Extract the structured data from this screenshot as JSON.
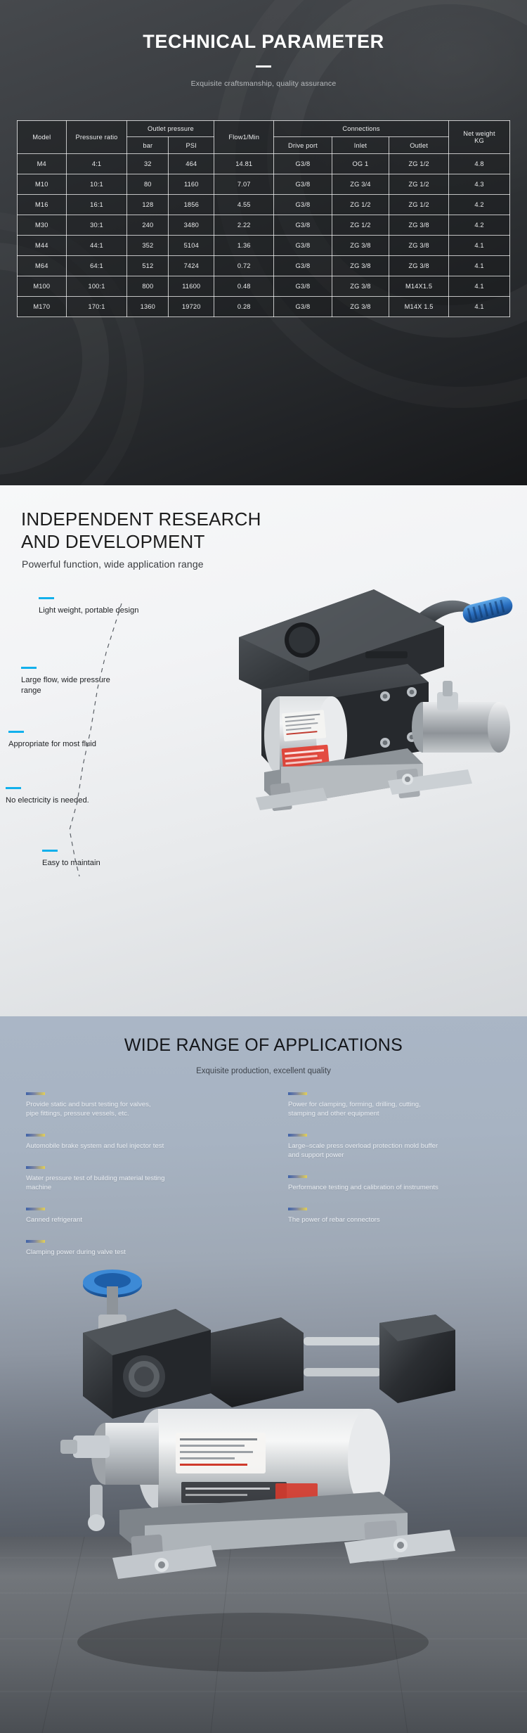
{
  "technical": {
    "title": "TECHNICAL PARAMETER",
    "subtitle": "Exquisite craftsmanship, quality assurance",
    "table": {
      "headers": {
        "model": "Model",
        "pressure_ratio": "Pressure ratio",
        "outlet_pressure": "Outlet pressure",
        "bar": "bar",
        "psi": "PSI",
        "flow": "Flow1/Min",
        "connections": "Connections",
        "drive_port": "Drive port",
        "inlet": "Inlet",
        "outlet": "Outlet",
        "net_weight": "Net weight\nKG"
      },
      "rows": [
        {
          "model": "M4",
          "ratio": "4:1",
          "bar": "32",
          "psi": "464",
          "flow": "14.81",
          "drive": "G3/8",
          "inlet": "OG 1",
          "outlet": "ZG 1/2",
          "net": "4.8"
        },
        {
          "model": "M10",
          "ratio": "10:1",
          "bar": "80",
          "psi": "1160",
          "flow": "7.07",
          "drive": "G3/8",
          "inlet": "ZG 3/4",
          "outlet": "ZG 1/2",
          "net": "4.3"
        },
        {
          "model": "M16",
          "ratio": "16:1",
          "bar": "128",
          "psi": "1856",
          "flow": "4.55",
          "drive": "G3/8",
          "inlet": "ZG 1/2",
          "outlet": "ZG 1/2",
          "net": "4.2"
        },
        {
          "model": "M30",
          "ratio": "30:1",
          "bar": "240",
          "psi": "3480",
          "flow": "2.22",
          "drive": "G3/8",
          "inlet": "ZG 1/2",
          "outlet": "ZG 3/8",
          "net": "4.2"
        },
        {
          "model": "M44",
          "ratio": "44:1",
          "bar": "352",
          "psi": "5104",
          "flow": "1.36",
          "drive": "G3/8",
          "inlet": "ZG 3/8",
          "outlet": "ZG 3/8",
          "net": "4.1"
        },
        {
          "model": "M64",
          "ratio": "64:1",
          "bar": "512",
          "psi": "7424",
          "flow": "0.72",
          "drive": "G3/8",
          "inlet": "ZG 3/8",
          "outlet": "ZG 3/8",
          "net": "4.1"
        },
        {
          "model": "M100",
          "ratio": "100:1",
          "bar": "800",
          "psi": "11600",
          "flow": "0.48",
          "drive": "G3/8",
          "inlet": "ZG 3/8",
          "outlet": "M14X1.5",
          "net": "4.1"
        },
        {
          "model": "M170",
          "ratio": "170:1",
          "bar": "1360",
          "psi": "19720",
          "flow": "0.28",
          "drive": "G3/8",
          "inlet": "ZG 3/8",
          "outlet": "M14X 1.5",
          "net": "4.1"
        }
      ]
    }
  },
  "research": {
    "title": "INDEPENDENT RESEARCH\nAND DEVELOPMENT",
    "subtitle": "Powerful function, wide application range",
    "features": [
      "Light weight, portable design",
      "Large flow, wide pressure\nrange",
      "Appropriate for most fluid",
      "No electricity is needed.",
      "Easy to maintain"
    ]
  },
  "applications": {
    "title": "WIDE RANGE OF APPLICATIONS",
    "subtitle": "Exquisite production, excellent quality",
    "left_items": [
      "Provide static and burst testing for valves,\npipe fittings, pressure vessels, etc.",
      "Automobile brake system and fuel injector test",
      "Water pressure test of building material testing\nmachine",
      "Canned refrigerant",
      "Clamping power during valve test"
    ],
    "right_items": [
      "Power for clamping, forming, drilling, cutting,\nstamping and other equipment",
      "Large–scale press overload protection mold buffer\nand support power",
      "Performance testing and calibration of instruments",
      "The power of rebar connectors"
    ]
  },
  "colors": {
    "accent_blue": "#12b0ec",
    "dash_gradient_start": "#3f63a8",
    "dash_gradient_end": "#e3cf57",
    "dark_bg": "#2e3134",
    "light_bg": "#f2f3f5"
  }
}
